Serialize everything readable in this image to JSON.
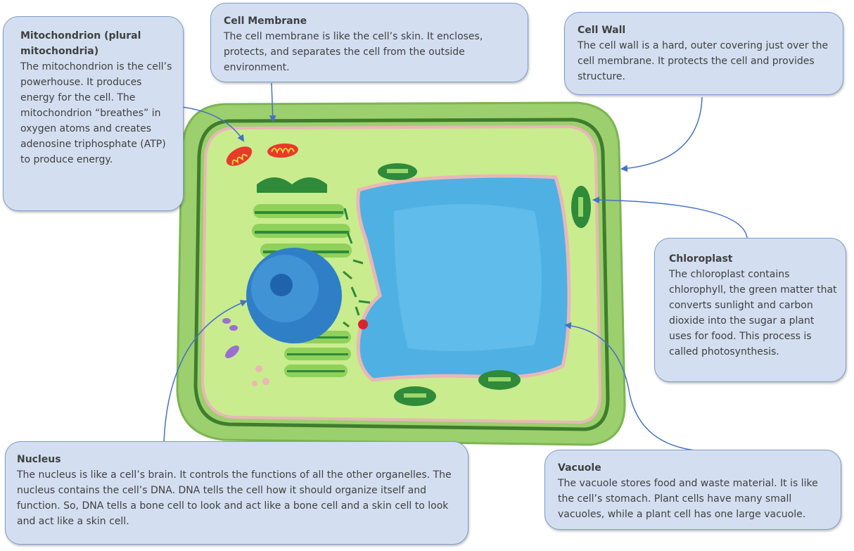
{
  "callouts": {
    "mitochondrion": {
      "title": "Mitochondrion (plural mitochondria)",
      "text": "The mitochondrion is the cell’s powerhouse. It produces energy for the cell. The mitochondrion “breathes” in oxygen atoms and creates adenosine triphosphate (ATP) to produce energy."
    },
    "membrane": {
      "title": "Cell Membrane",
      "text": "The cell membrane is like the cell’s skin. It encloses, protects, and separates the cell from the outside environment."
    },
    "wall": {
      "title": "Cell Wall",
      "text": "The cell wall is a hard, outer covering just over the cell membrane. It protects the cell and provides structure."
    },
    "chloroplast": {
      "title": "Chloroplast",
      "text": "The chloroplast contains chlorophyll, the green matter that converts sunlight and carbon dioxide into the sugar a plant uses for food. This process is called photosynthesis."
    },
    "nucleus": {
      "title": "Nucleus",
      "text": "The nucleus is like a cell’s brain. It controls the functions of all the other organelles. The nucleus contains the cell’s DNA. DNA tells the cell how it should organize itself and function. So, DNA tells a bone cell to look and act like a bone cell and a skin cell to look and act like a skin cell."
    },
    "vacuole": {
      "title": "Vacuole",
      "text": "The vacuole stores food and waste material. It is like the cell’s stomach. Plant cells have many small vacuoles, while a plant cell has one large vacuole."
    }
  },
  "colors": {
    "callout_fill": "#d3dff0",
    "callout_border": "#7f9cc8",
    "arrow": "#4472c4",
    "cell_wall": "#9ccf6e",
    "cytoplasm": "#c9ec8e",
    "membrane": "#e9b7b7",
    "vacuole": "#4fb0e3",
    "nucleus": "#2f7fc7",
    "mitochondrion": "#e8392a"
  }
}
